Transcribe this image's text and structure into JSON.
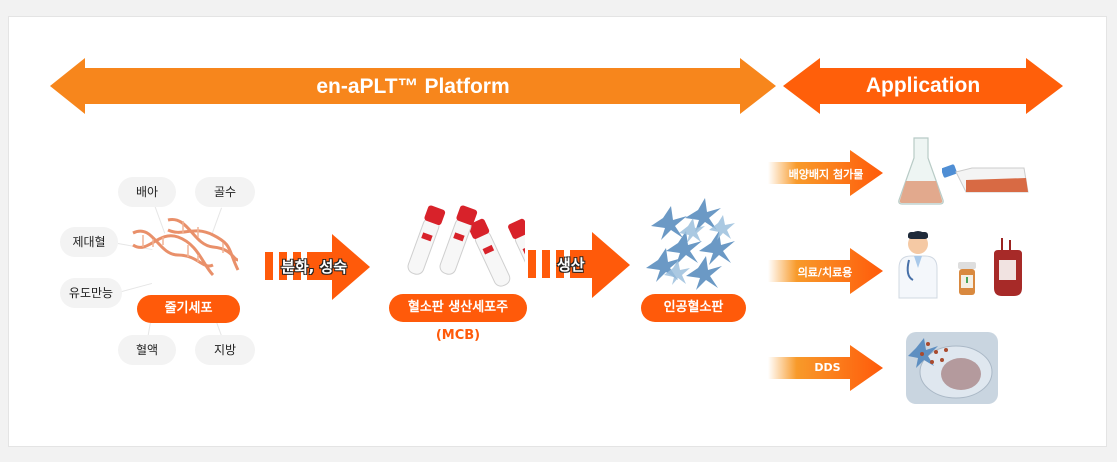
{
  "banners": {
    "platform": "en-aPLT™ Platform",
    "application": "Application"
  },
  "stem_cell": {
    "sources": [
      "배아",
      "골수",
      "제대혈",
      "유도만능",
      "혈액",
      "지방"
    ],
    "label": "줄기세포"
  },
  "steps": {
    "differentiation": "분화, 성숙",
    "production": "생산"
  },
  "mcb": {
    "label": "혈소판 생산세포주",
    "sublabel": "(MCB)"
  },
  "platelet": {
    "label": "인공혈소판"
  },
  "applications": [
    {
      "label": "배양배지 첨가물",
      "icons": [
        "flask-icon",
        "culture-flask-icon"
      ]
    },
    {
      "label": "의료/치료용",
      "icons": [
        "doctor-icon",
        "pill-bottle-icon",
        "blood-bag-icon"
      ]
    },
    {
      "label": "DDS",
      "icons": [
        "drug-delivery-icon"
      ]
    }
  ],
  "colors": {
    "platform_orange": "#f7861c",
    "application_orange": "#ff5f0a",
    "pill_orange": "#ff5a0a"
  }
}
